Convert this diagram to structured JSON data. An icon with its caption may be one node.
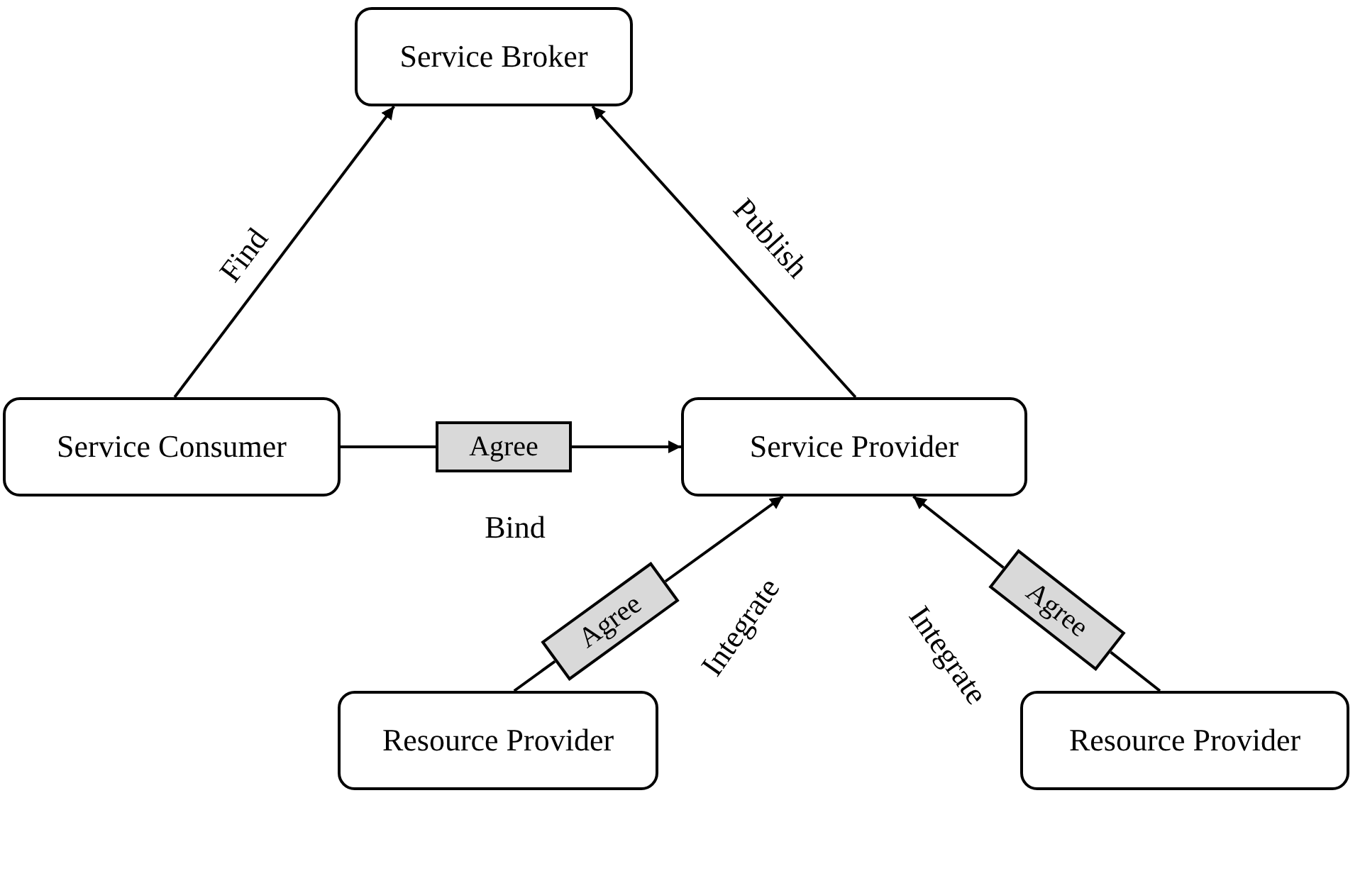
{
  "diagram": {
    "nodes": [
      {
        "text": [
          "Service Broker"
        ]
      },
      {
        "text": [
          "Service Consumer"
        ]
      },
      {
        "text": [
          "Agree"
        ]
      },
      {
        "text": [
          "Service Provider"
        ]
      },
      {
        "text": [
          "Agree"
        ],
        "beside": [
          "Integrate"
        ]
      },
      {
        "text": [
          "Agree"
        ],
        "beside": [
          "Integrate"
        ]
      },
      {
        "text": [
          "Resource Provider"
        ]
      },
      {
        "text": [
          "Resource Provider"
        ]
      }
    ],
    "edges": [
      {
        "from": 1,
        "to": 0,
        "arrow": "to",
        "label": "Find"
      },
      {
        "from": 3,
        "to": 0,
        "arrow": "to",
        "label": "Publish"
      },
      {
        "from": 1,
        "to": 2,
        "arrow": "none"
      },
      {
        "from": 2,
        "to": 3,
        "arrow": "to"
      },
      {
        "from": 6,
        "to": 4,
        "arrow": "none"
      },
      {
        "from": 4,
        "to": 3,
        "arrow": "to"
      },
      {
        "from": 7,
        "to": 5,
        "arrow": "none"
      },
      {
        "from": 5,
        "to": 3,
        "arrow": "to"
      }
    ],
    "labels": [
      "Bind"
    ]
  }
}
